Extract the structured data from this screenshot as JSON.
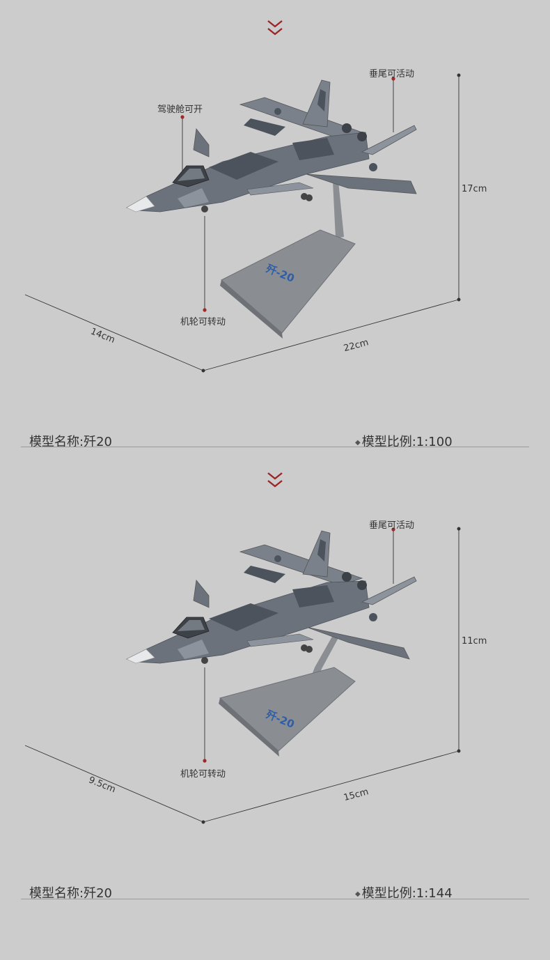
{
  "panels": [
    {
      "callouts": {
        "tail": "垂尾可活动",
        "cockpit": "驾驶舱可开",
        "wheels": "机轮可转动"
      },
      "dimensions": {
        "height": "17cm",
        "width": "14cm",
        "length": "22cm"
      },
      "stand_marking": "歼-20",
      "info": {
        "name_label": "模型名称:歼20",
        "scale_label": "模型比例:1:100"
      }
    },
    {
      "callouts": {
        "tail": "垂尾可活动",
        "wheels": "机轮可转动"
      },
      "dimensions": {
        "height": "11cm",
        "width": "9.5cm",
        "length": "15cm"
      },
      "stand_marking": "歼-20",
      "info": {
        "name_label": "模型名称:歼20",
        "scale_label": "模型比例:1:144"
      }
    }
  ],
  "colors": {
    "background": "#cccccd",
    "chevron": "#9b2626",
    "callout_dot": "#a02828",
    "jet_body": "#6b727c",
    "jet_dark": "#4c535c",
    "jet_light": "#8c939c",
    "stand": "#8a8d92",
    "stand_text": "#2d5fa8"
  },
  "icons": [
    "chevron-down-icon",
    "callout-dot-icon",
    "bullet-diamond-icon"
  ]
}
